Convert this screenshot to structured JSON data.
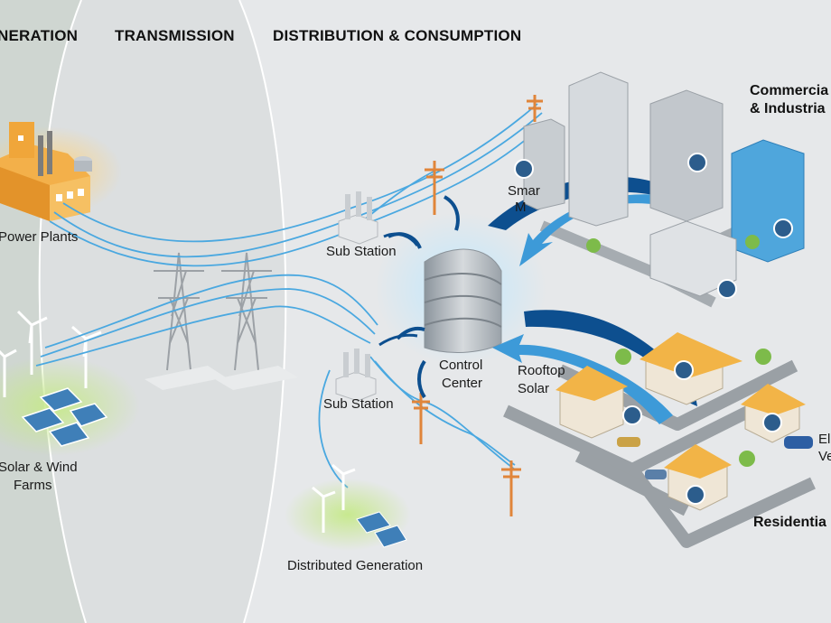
{
  "headers": {
    "generation": "NERATION",
    "transmission": "TRANSMISSION",
    "distribution": "DISTRIBUTION & CONSUMPTION"
  },
  "labels": {
    "power_plants": "Power Plants",
    "solar_wind_1": "Solar & Wind",
    "solar_wind_2": "Farms",
    "sub_station_top": "Sub Station",
    "sub_station_bottom": "Sub Station",
    "control_center_1": "Control",
    "control_center_2": "Center",
    "rooftop_1": "Rooftop",
    "rooftop_2": "Solar",
    "smart_1": "Smar",
    "smart_2": "M",
    "commercial_1": "Commercia",
    "commercial_2": "& Industria",
    "residential": "Residentia",
    "ev_1": "El",
    "ev_2": "Ve",
    "distributed_generation": "Distributed Generation"
  },
  "colors": {
    "generation_zone": "#cfd6d1",
    "transmission_zone": "#dcdfe0",
    "distribution_zone": "#e6e8ea",
    "power_line": "#4aa8e0",
    "arrow_dark": "#0d4f8f",
    "arrow_light": "#3d9ad8",
    "factory": "#f0a63a",
    "building": "#b9bec4",
    "glass_building": "#4fa6dc"
  }
}
